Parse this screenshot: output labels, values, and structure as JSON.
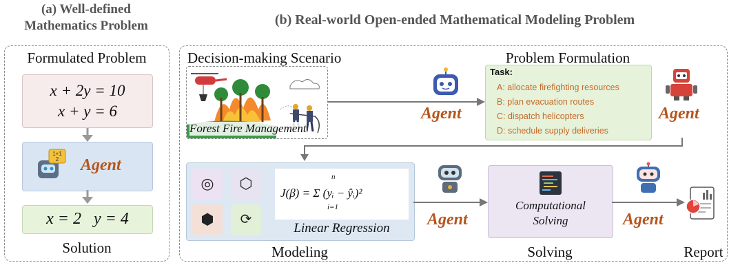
{
  "panel_a": {
    "title_line1": "(a) Well-defined",
    "title_line2": "Mathematics Problem",
    "formulated_label": "Formulated Problem",
    "equation1": "x + 2y = 10",
    "equation2": "x + y = 6",
    "agent_label": "Agent",
    "solution_values": "x = 2   y = 4",
    "solution_label": "Solution"
  },
  "panel_b": {
    "title": "(b) Real-world Open-ended Mathematical Modeling Problem",
    "scenario_label": "Decision-making Scenario",
    "scenario_caption": "Forest Fire Management",
    "formulation_label": "Problem Formulation",
    "task_heading": "Task:",
    "tasks": [
      "A: allocate firefighting resources",
      "B: plan evacuation routes",
      "C: dispatch helicopters",
      "D: schedule supply deliveries"
    ],
    "agent1": "Agent",
    "agent2": "Agent",
    "agent3": "Agent",
    "agent4": "Agent",
    "modeling_formula": "J(β) = Σ (yᵢ − ŷᵢ)²",
    "sum_upper": "n",
    "sum_lower": "i=1",
    "modeling_caption": "Linear Regression",
    "modeling_label": "Modeling",
    "solving_text_line1": "Computational",
    "solving_text_line2": "Solving",
    "solving_label": "Solving",
    "report_label": "Report"
  },
  "colors": {
    "equation_box": "#f7ecec",
    "agent_box": "#d9e5f2",
    "solution_box": "#e8f3dc",
    "task_box": "#e6f2d9",
    "modeling_box": "#dde8f3",
    "solving_box": "#ece6f3",
    "agent_text": "#b5561d",
    "arrow": "#777777"
  }
}
